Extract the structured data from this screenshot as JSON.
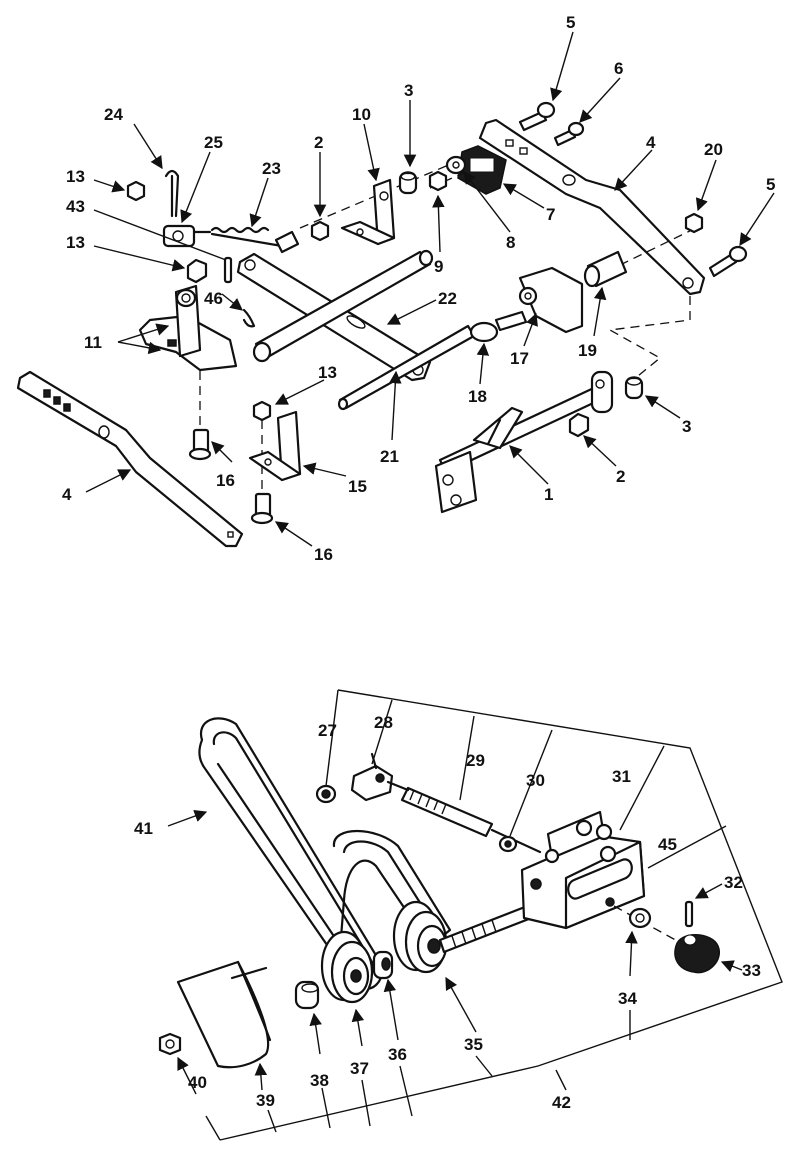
{
  "callouts": {
    "c1": "1",
    "c2a": "2",
    "c2b": "2",
    "c3a": "3",
    "c3b": "3",
    "c4a": "4",
    "c4b": "4",
    "c5a": "5",
    "c5b": "5",
    "c6": "6",
    "c7": "7",
    "c8": "8",
    "c9": "9",
    "c10": "10",
    "c11": "11",
    "c13a": "13",
    "c13b": "13",
    "c13c": "13",
    "c15": "15",
    "c16a": "16",
    "c16b": "16",
    "c17": "17",
    "c18": "18",
    "c19": "19",
    "c20": "20",
    "c21": "21",
    "c22": "22",
    "c23": "23",
    "c24": "24",
    "c25": "25",
    "c43": "43",
    "c46": "46",
    "c27": "27",
    "c28": "28",
    "c29": "29",
    "c30": "30",
    "c31": "31",
    "c32": "32",
    "c33": "33",
    "c34": "34",
    "c35": "35",
    "c36": "36",
    "c37": "37",
    "c38": "38",
    "c39": "39",
    "c40": "40",
    "c41": "41",
    "c42": "42",
    "c45": "45"
  }
}
